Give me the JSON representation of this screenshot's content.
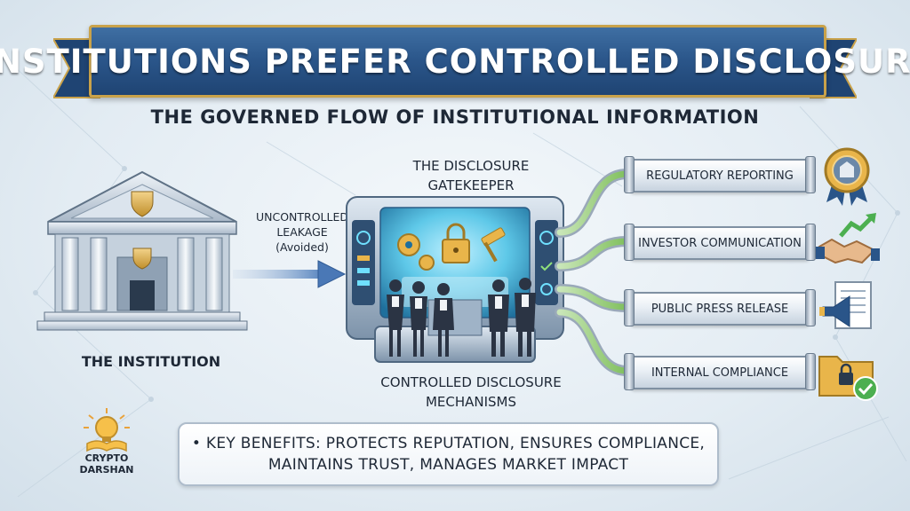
{
  "banner": {
    "title": "INSTITUTIONS PREFER CONTROLLED DISCLOSURE"
  },
  "subtitle": "THE GOVERNED FLOW OF INSTITUTIONAL INFORMATION",
  "institution": {
    "label": "THE INSTITUTION",
    "icon": "bank-building-icon"
  },
  "leakage": {
    "line1": "UNCONTROLLED",
    "line2": "LEAKAGE",
    "line3": "(Avoided)"
  },
  "gatekeeper": {
    "line1": "THE DISCLOSURE",
    "line2": "GATEKEEPER",
    "icon": "control-console-icon"
  },
  "mechanisms": {
    "line1": "CONTROLLED DISCLOSURE",
    "line2": "MECHANISMS"
  },
  "channels": [
    {
      "label": "REGULATORY REPORTING",
      "icon": "award-badge-icon"
    },
    {
      "label": "INVESTOR COMMUNICATION",
      "icon": "handshake-growth-icon"
    },
    {
      "label": "PUBLIC PRESS RELEASE",
      "icon": "megaphone-document-icon"
    },
    {
      "label": "INTERNAL COMPLIANCE",
      "icon": "locked-folder-check-icon"
    }
  ],
  "benefits": {
    "line1": "• KEY BENEFITS: PROTECTS REPUTATION, ENSURES COMPLIANCE,",
    "line2": "MAINTAINS TRUST, MANAGES MARKET IMPACT"
  },
  "brand": {
    "line1": "CRYPTO",
    "line2": "DARSHAN",
    "icon": "lightbulb-book-icon"
  },
  "colors": {
    "banner": "#2a5589",
    "banner_border": "#c9a24a",
    "pipe_flow": "#8fcf6a",
    "screen_glow": "#5ec8e8"
  }
}
